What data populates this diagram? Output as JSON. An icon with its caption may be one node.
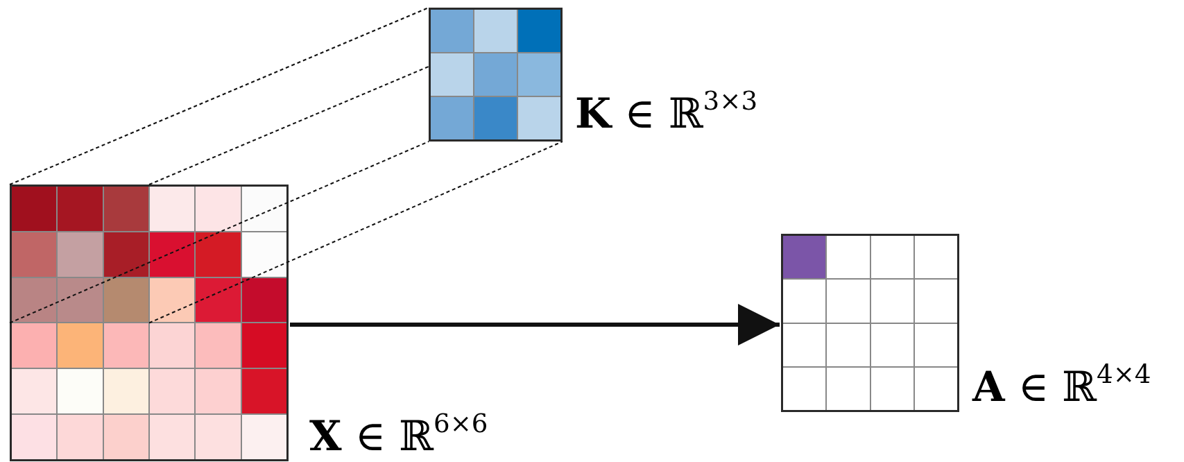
{
  "diagram": {
    "nodes": [
      {
        "text": [],
        "shape": "box",
        "beside": [
          "**K** ∈ ℝ$^{3×3}$"
        ]
      },
      {
        "text": [],
        "shape": "box",
        "beside": [
          "**X** ∈ ℝ$^{6×6}$"
        ]
      },
      {
        "text": [],
        "shape": "box",
        "beside": [
          "**A** ∈ ℝ$^{4×4}$"
        ]
      }
    ],
    "edges": [
      {
        "from": 1,
        "to": 0,
        "arrow": "none",
        "style": "dashed"
      },
      {
        "from": 1,
        "to": 0,
        "arrow": "none",
        "style": "dashed"
      },
      {
        "from": 1,
        "to": 0,
        "arrow": "none",
        "style": "dashed"
      },
      {
        "from": 1,
        "to": 0,
        "arrow": "none",
        "style": "dashed"
      },
      {
        "from": 1,
        "to": 2,
        "arrow": "to",
        "style": "thick"
      }
    ]
  }
}
